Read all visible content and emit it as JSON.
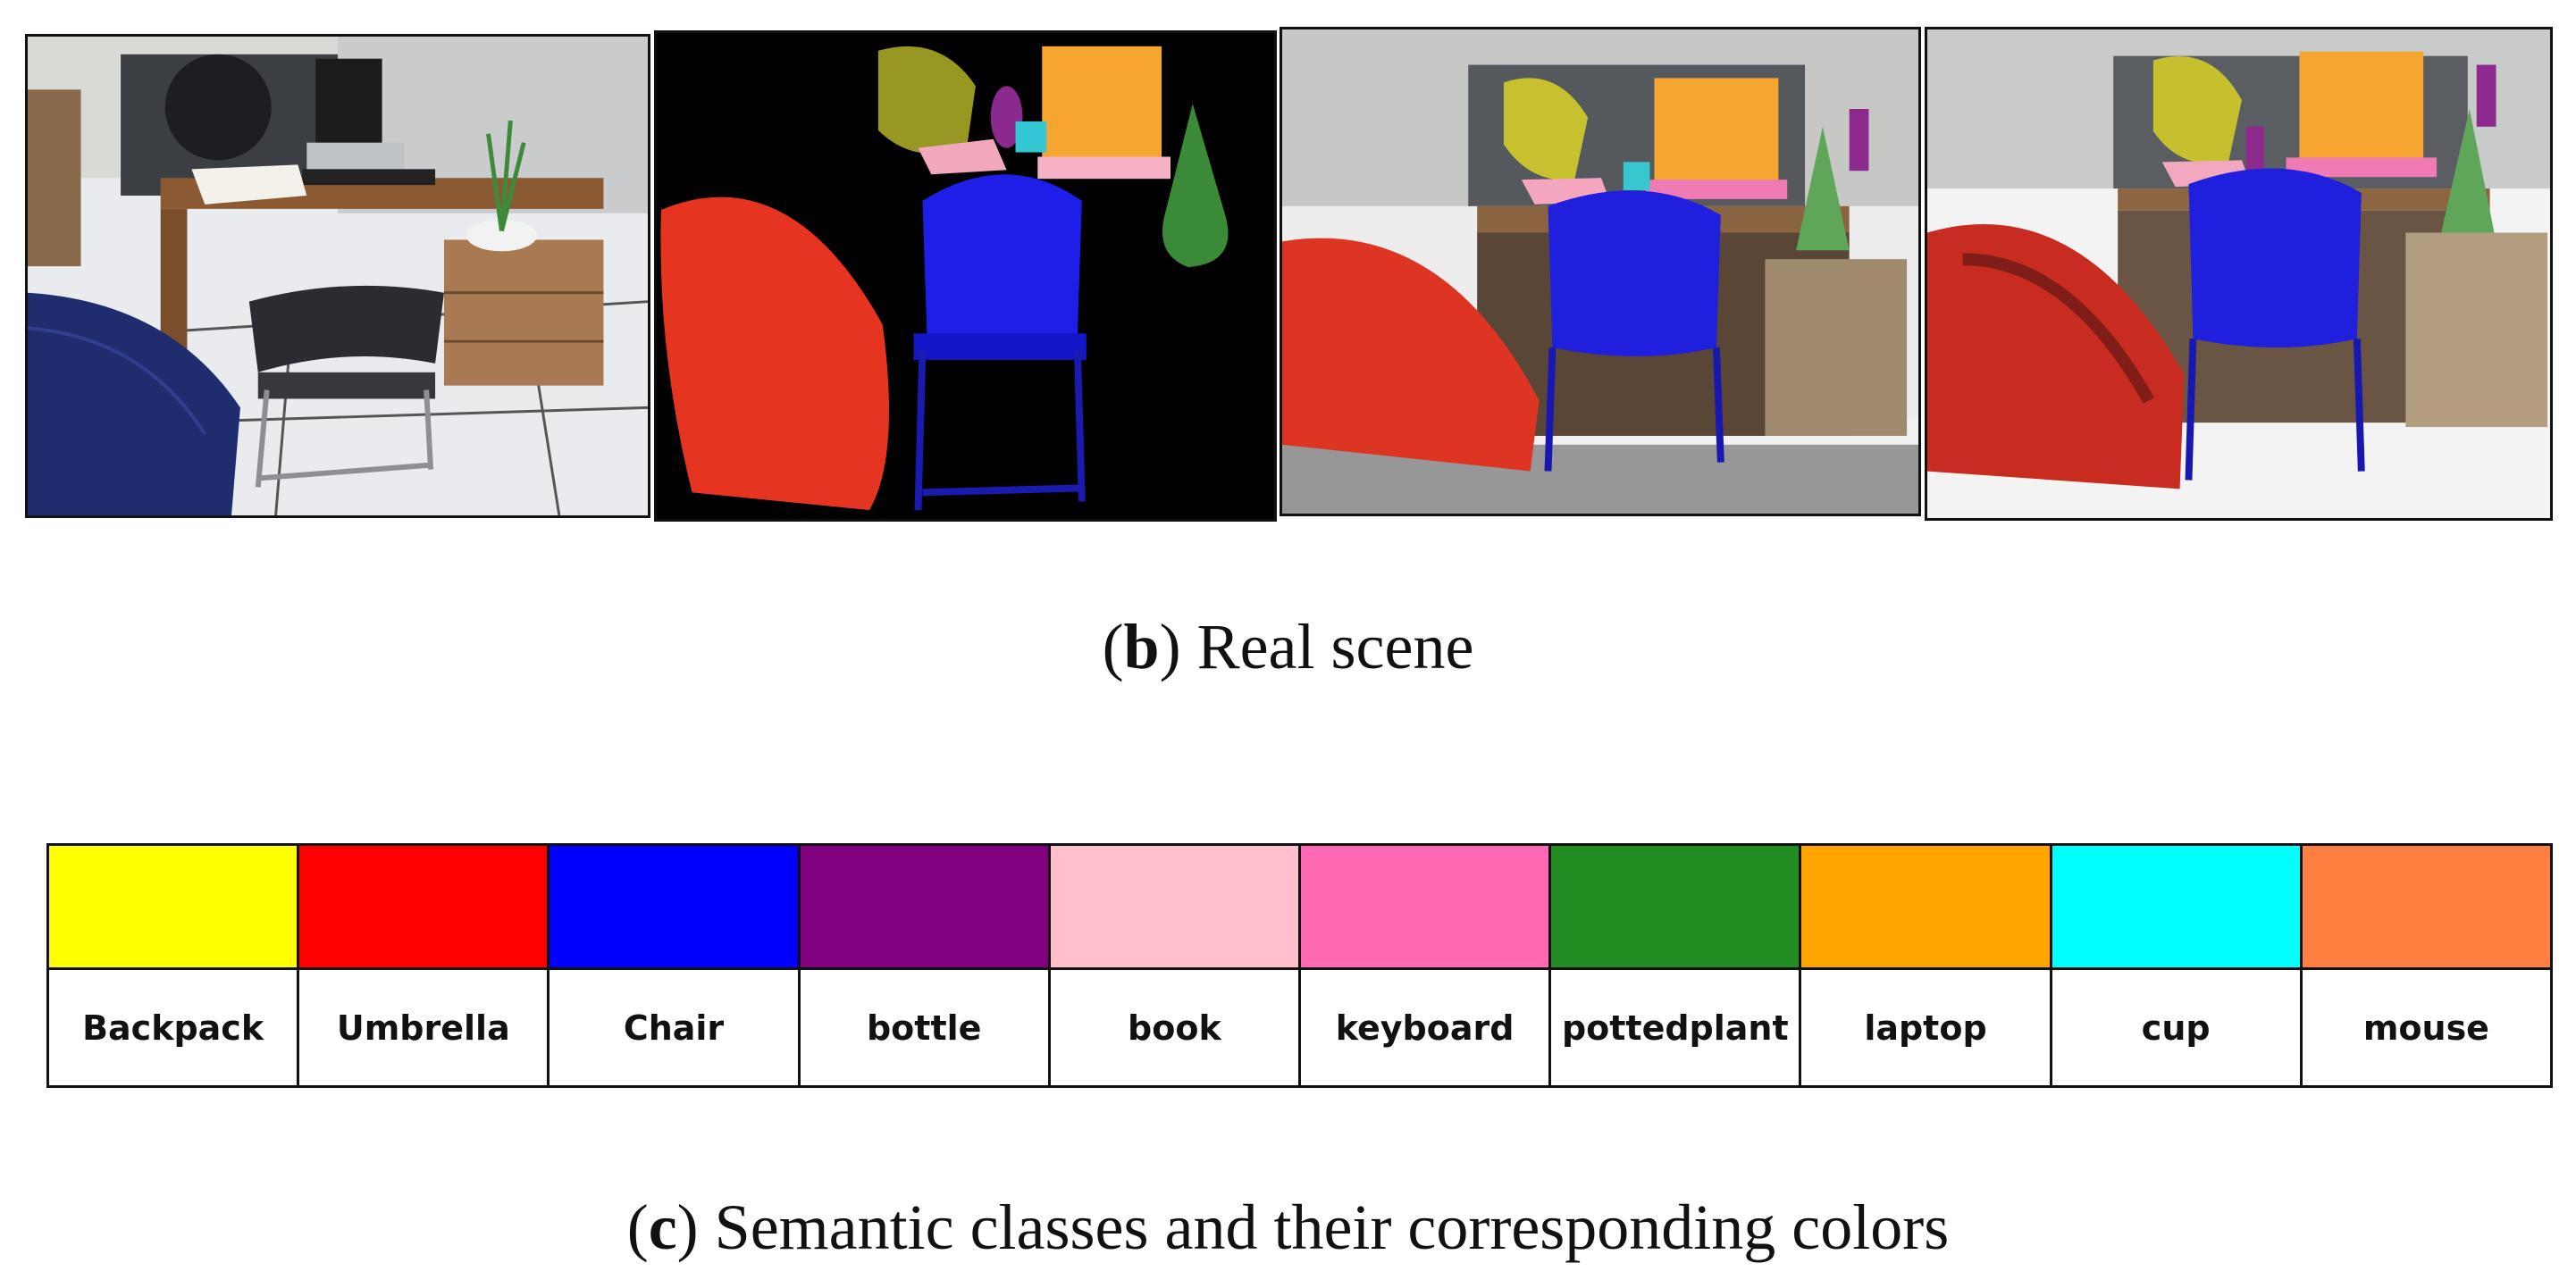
{
  "figure": {
    "caption_b_letter": "b",
    "caption_b_text": " Real scene",
    "caption_c_letter": "c",
    "caption_c_text": " Semantic classes and their corresponding colors"
  },
  "panels": [
    {
      "name": "rgb-photo"
    },
    {
      "name": "semantic-point-cloud"
    },
    {
      "name": "semantic-map-overlay-1"
    },
    {
      "name": "semantic-map-overlay-2"
    }
  ],
  "legend": {
    "classes": [
      {
        "label": "Backpack",
        "color": "#FFFF00"
      },
      {
        "label": "Umbrella",
        "color": "#FF0000"
      },
      {
        "label": "Chair",
        "color": "#0000FF"
      },
      {
        "label": "bottle",
        "color": "#800080"
      },
      {
        "label": "book",
        "color": "#FFC0CB"
      },
      {
        "label": "keyboard",
        "color": "#FF69B4"
      },
      {
        "label": "pottedplant",
        "color": "#228B22"
      },
      {
        "label": "laptop",
        "color": "#FFA500"
      },
      {
        "label": "cup",
        "color": "#00FFFF"
      },
      {
        "label": "mouse",
        "color": "#FF7F40"
      }
    ]
  }
}
